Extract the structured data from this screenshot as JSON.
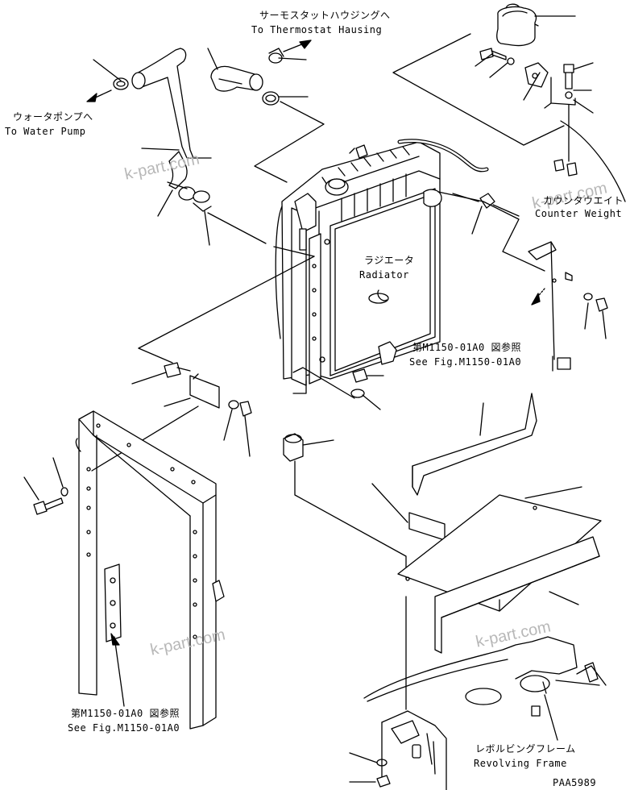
{
  "labels": {
    "thermostat_jp": "サーモスタットハウジングへ",
    "thermostat_en": "To Thermostat Hausing",
    "water_pump_jp": "ウォータポンプへ",
    "water_pump_en": "To Water Pump",
    "counterweight_jp": "カウンタウエイト",
    "counterweight_en": "Counter Weight",
    "radiator_jp": "ラジエータ",
    "radiator_en": "Radiator",
    "see_fig_right_jp": "第M1150-01A0 図参照",
    "see_fig_right_en": "See Fig.M1150-01A0",
    "see_fig_left_jp": "第M1150-01A0 図参照",
    "see_fig_left_en": "See Fig.M1150-01A0",
    "revolving_jp": "レボルビングフレーム",
    "revolving_en": "Revolving Frame",
    "drawing_code": "PAA5989"
  },
  "watermarks": [
    "k-part.com",
    "k-part.com",
    "k-part.com",
    "k-part.com"
  ]
}
